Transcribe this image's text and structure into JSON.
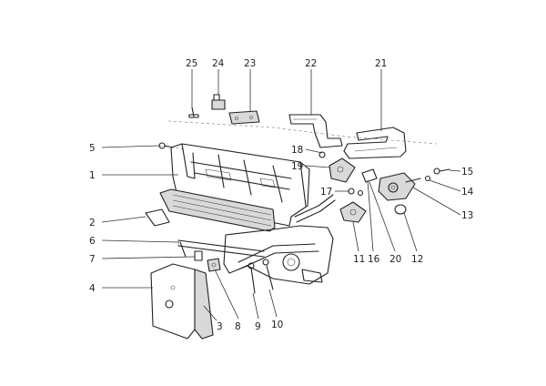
{
  "diagram": {
    "callouts": [
      "25",
      "24",
      "23",
      "22",
      "21",
      "5",
      "1",
      "2",
      "6",
      "7",
      "4",
      "3",
      "8",
      "9",
      "10",
      "11",
      "16",
      "20",
      "12",
      "13",
      "14",
      "15",
      "17",
      "18",
      "19"
    ]
  }
}
